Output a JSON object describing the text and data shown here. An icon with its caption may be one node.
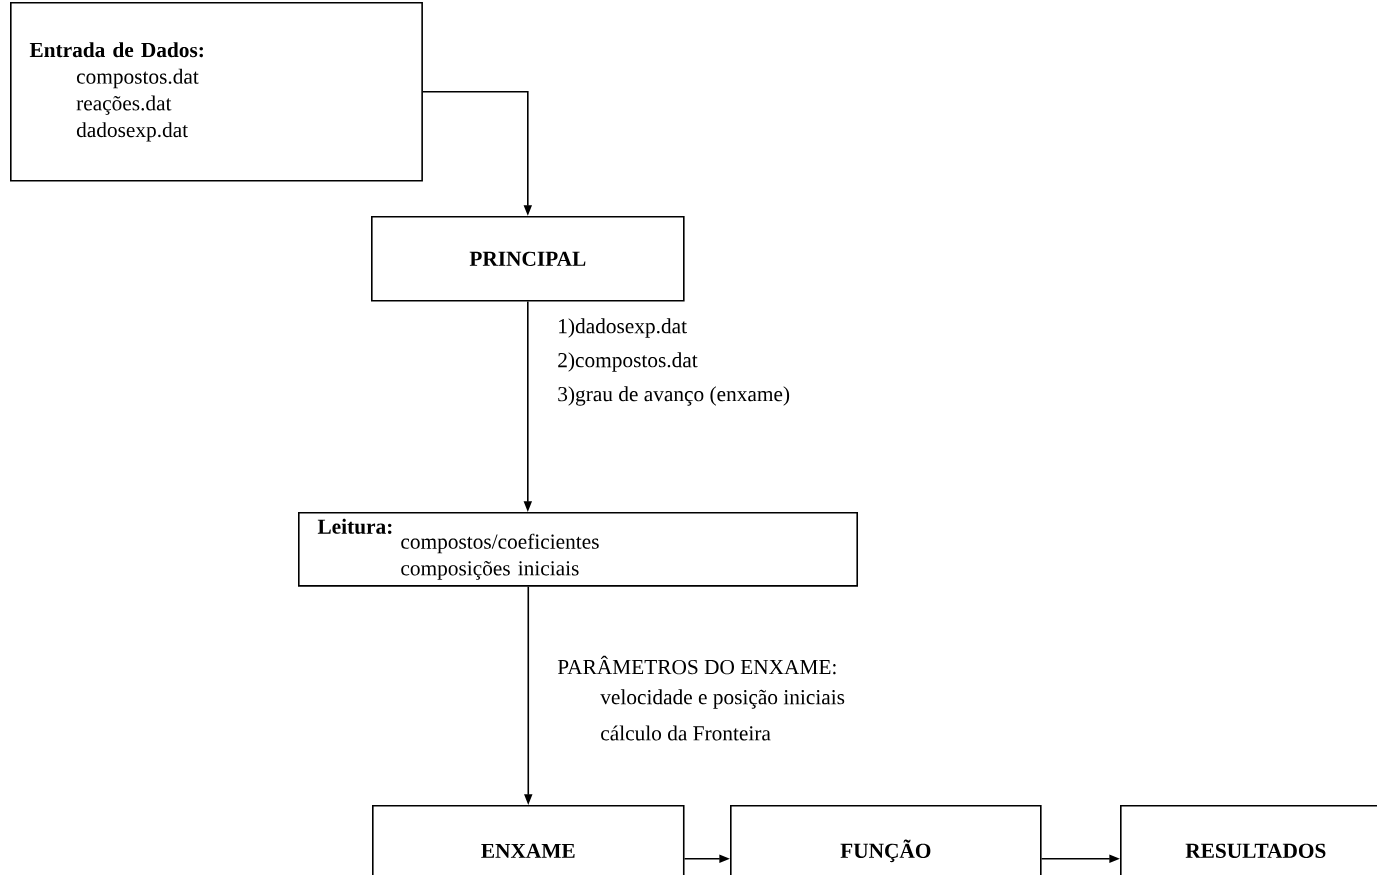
{
  "diagram": {
    "nodes": [
      {
        "text": [
          "Entrada de Dados:",
          "compostos.dat",
          "reações.dat",
          "dadosexp.dat"
        ]
      },
      {
        "text": [
          "PRINCIPAL"
        ]
      },
      {
        "text": [
          "Leitura:",
          "compostos/coeficientes composições iniciais"
        ]
      },
      {
        "text": [
          "ENXAME"
        ]
      },
      {
        "text": [
          "FUNÇÃO"
        ]
      },
      {
        "text": [
          "RESULTADOS"
        ]
      }
    ],
    "edges": [
      {
        "from": 0,
        "to": 1,
        "arrow": "to"
      },
      {
        "from": 1,
        "to": 2,
        "arrow": "to"
      },
      {
        "from": 2,
        "to": 3,
        "arrow": "to"
      },
      {
        "from": 3,
        "to": 4,
        "arrow": "to"
      },
      {
        "from": 4,
        "to": 5,
        "arrow": "to"
      }
    ],
    "labels": [
      "1)dadosexp.dat",
      "2)compostos.dat",
      "3)grau de avanço (enxame)",
      "PARÂMETROS DO ENXAME:",
      "velocidade e posição iniciais",
      "cálculo da Fronteira"
    ]
  }
}
